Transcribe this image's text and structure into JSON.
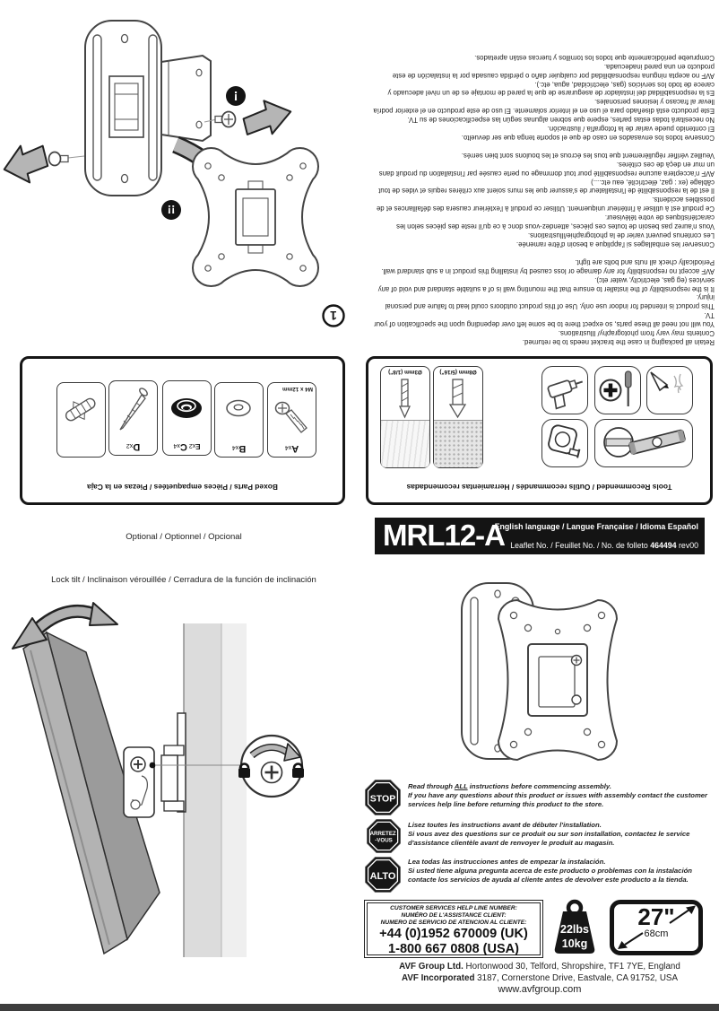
{
  "header": {
    "model": "MRL12-A",
    "languages": "English language / Langue Française / Idioma Español",
    "leaflet_prefix": "Leaflet No. / Feuillet No. / No. de folleto ",
    "leaflet_no": "464494",
    "leaflet_rev": " rev00"
  },
  "rotated_warnings": {
    "english": [
      "Retain all packaging in case the bracket needs to be returned.",
      "Contents may vary from photography/ Illustrations.",
      "You will not need all these parts, so expect there to be some left over depending upon the specification of your TV.",
      "This product is intended for indoor use only.  Use of this product outdoors could lead to failure and personal injury.",
      "It is the responsibility of the installer to ensure that the mounting wall is of a suitable standard and void of any services (eg gas, electricity, water etc).",
      "AVF accept no responsibility for any damage or loss caused by installing this product in a sub standard wall.",
      "Periodically check all nuts and bolts are tight."
    ],
    "french": [
      "Conserver les emballages si l'applique a besoin d'être ramenée.",
      "Les contenus peuvent varier de la photographie/illustrations.",
      "Vous n'aurez pas besoin de toutes ces pièces, attendez-vous donc à ce qu'il reste des pièces selon les caractéristiques de votre téléviseur.",
      "Ce produit est à utiliser à l'intérieur uniquement. Utiliser ce produit à l'extérieur causera des défaillances et de possibles accidents.",
      "Il est de la responsabilité de l'installateur de s'assurer que les murs soient aux critères requis et vides de tout câblage (ex : gaz, électricité, eau etc....)",
      "AVF n'acceptera aucune responsabilité pour tout dommage ou perte causée par l'installation du produit dans un mur en deçà de ces critères.",
      "Veuillez vérifier régulièrement que tous les écrous et les boulons sont bien serrés."
    ],
    "spanish": [
      "Conserve todos los envasados en caso de que el soporte tenga que ser devuelto.",
      "El contenido puede variar de la fotografía / ilustración.",
      "No necesitará todas estas partes, espere que sobren algunas según las especificaciones de su TV.",
      "Este producto está diseñado para el uso en el interior solamente.  El uso de este producto en el exterior podría llevar al fracaso y lesiones personales.",
      "Es la responsabilidad del instalador de asegurarse de que la pared de montaje es de un nivel adecuado y carece de todo los servicios (gas, electricidad, agua, etc.).",
      "AVF no acepta ninguna responsabilidad por cualquier daño o pérdida causada por la instalación de este producto en una pared inadecuada.",
      "Compruebe periódicamente que todos los tornillos y tuercas están apretados."
    ]
  },
  "boxed_parts": {
    "caption": "Boxed Parts / Pièces empaquetées / Piezas en la Caja",
    "items": [
      {
        "letter": "",
        "qty": "",
        "icon": "wall-plug-icon"
      },
      {
        "letter": "D",
        "qty": "x2",
        "icon": "wood-screw-icon"
      },
      {
        "letter": "C",
        "qty": "x4",
        "letter2": "E",
        "qty2": "x2",
        "icon": "rubber-spacer-icon"
      },
      {
        "letter": "B",
        "qty": "x4",
        "icon": "washer-icon"
      },
      {
        "letter": "A",
        "qty": "x4",
        "note": "M4 x 12mm",
        "icon": "machine-screw-icon"
      }
    ]
  },
  "tools": {
    "caption": "Tools Recommended / Outils recommandés / Herramientas recomendadas",
    "bit_wood": "Ø3mm (1/8\")",
    "bit_masonry": "Ø8mm (5/16\")",
    "icons": [
      "drill-icon",
      "phillips-screwdriver-icon",
      "pencil-icon",
      "tape-measure-icon",
      "spirit-level-icon",
      "wood-drill-bit-icon",
      "masonry-drill-bit-icon"
    ]
  },
  "middle": {
    "optional": "Optional / Optionnel / Opcional",
    "lock_tilt": "Lock tilt / Inclinaison vérouillée / Cerradura de la función de inclinación"
  },
  "diagram": {
    "step_number": "1",
    "caution_single": "!",
    "caution_double": "!!"
  },
  "stop_warnings": [
    {
      "badge": "STOP",
      "text1_pre": "Read through ",
      "text1_u": "ALL",
      "text1_post": " instructions before commencing assembly.",
      "text2": "If you have any questions about this product or issues with assembly contact the customer services help line before returning this product to the store."
    },
    {
      "badge": "ARRETEZ",
      "badge2": "-VOUS",
      "text1": "Lisez toutes les instructions avant de débuter l'installation.",
      "text2": "Si vous avez des questions sur ce produit ou sur son installation, contactez le service d'assistance clientèle avant de renvoyer le produit  au magasin."
    },
    {
      "badge": "ALTO",
      "text1": "Lea todas las instrucciones antes de empezar la instalación.",
      "text2": "Si usted  tiene alguna pregunta acerca de este producto o problemas con la instalación contacte los servicios de ayuda al cliente antes de devolver este producto a la tienda."
    }
  ],
  "customer_service": {
    "heading_en": "CUSTOMER SERVICES HELP LINE NUMBER:",
    "heading_fr": "NUMÉRO DE L'ASSISTANCE CLIENT:",
    "heading_es": "NUMERO DE SERVICIO DE ATENCION AL CLIENTE:",
    "phone_uk": "+44 (0)1952 670009 (UK)",
    "phone_usa": "1-800 667 0808 (USA)"
  },
  "capacity_badge": {
    "lbs": "22lbs",
    "kg": "10kg"
  },
  "size_badge": {
    "inches": "27\"",
    "cm": "68cm"
  },
  "footer": {
    "line1_bold": "AVF Group Ltd.",
    "line1_rest": " Hortonwood 30, Telford, Shropshire, TF1 7YE, England",
    "line2_bold": "AVF Incorporated",
    "line2_rest": " 3187, Cornerstone Drive, Eastvale, CA 91752, USA",
    "website": "www.avfgroup.com"
  },
  "colors": {
    "ink": "#1a1a1a",
    "arrow_gray": "#b5b5b5",
    "wall_gray": "#dcdcdc",
    "tv_gray": "#b0b0b0"
  }
}
